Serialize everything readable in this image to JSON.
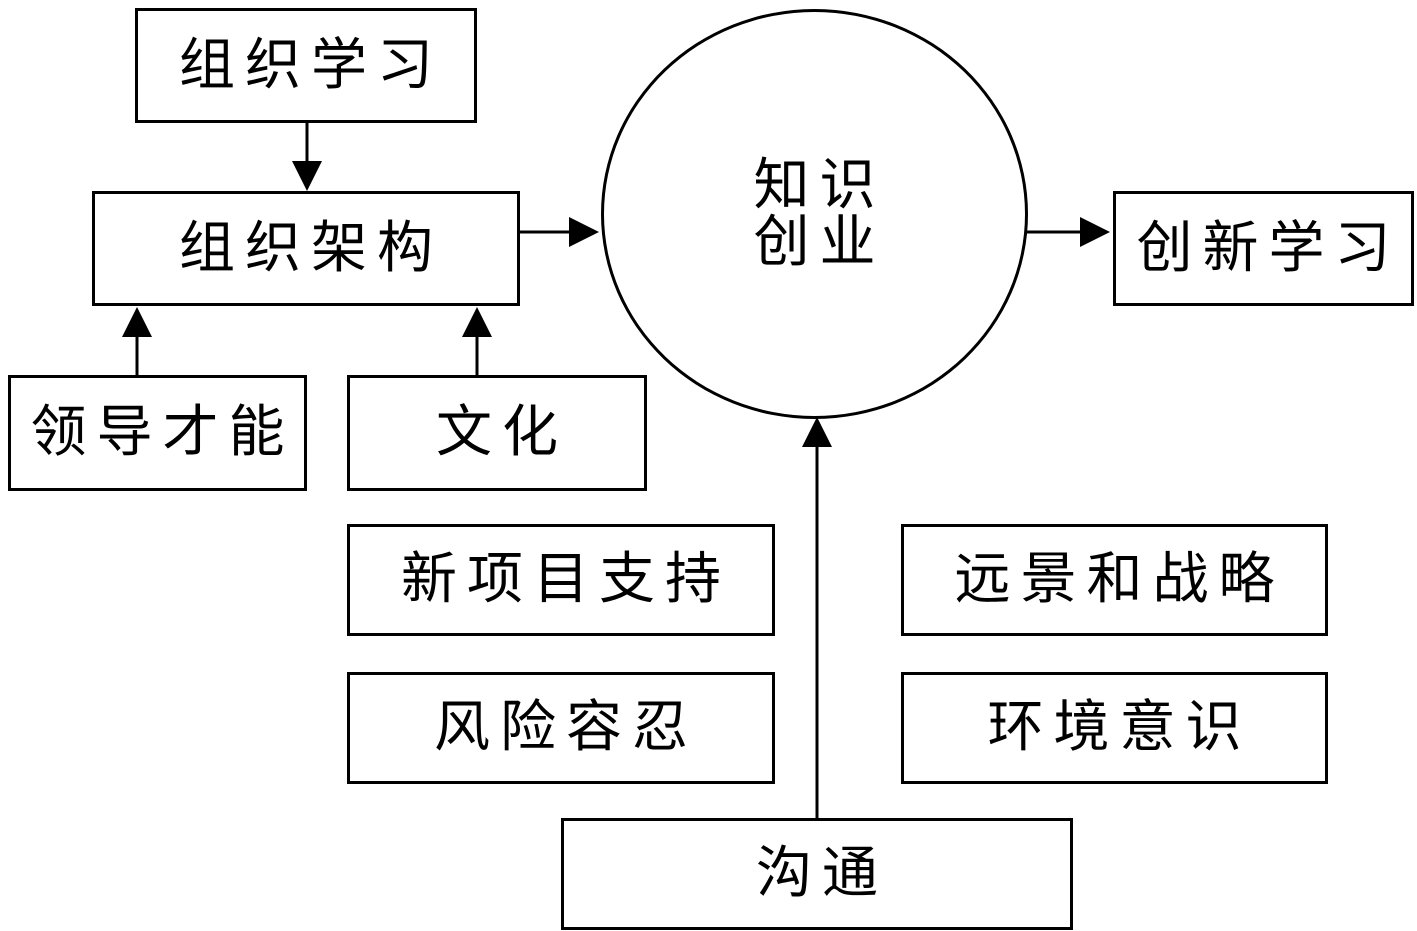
{
  "nodes": {
    "org_learning": "组织学习",
    "org_structure": "组织架构",
    "leadership": "领导才能",
    "culture": "文化",
    "knowledge_line1": "知识",
    "knowledge_line2": "创业",
    "innovation_learning": "创新学习",
    "new_project_support": "新项目支持",
    "risk_tolerance": "风险容忍",
    "vision_strategy": "远景和战略",
    "env_awareness": "环境意识",
    "communication": "沟通"
  }
}
